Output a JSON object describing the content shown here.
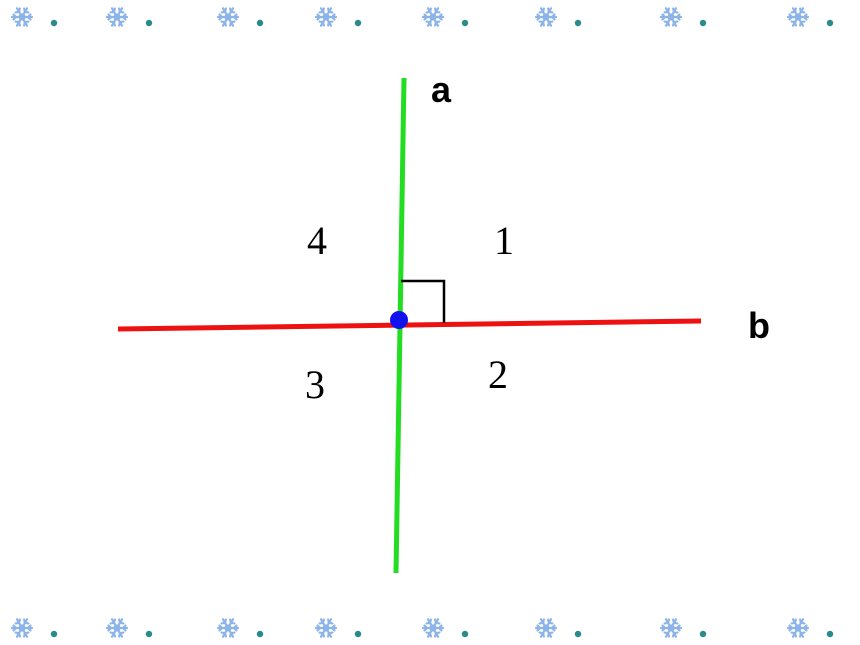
{
  "diagram": {
    "lines": [
      {
        "id": "a",
        "label": "a",
        "color": "#22dd22"
      },
      {
        "id": "b",
        "label": "b",
        "color": "#ee1111"
      }
    ],
    "intersection": {
      "color": "#1111ee"
    },
    "right_angle_marker": {
      "color": "#000000"
    },
    "angles": [
      {
        "id": "angle-1",
        "label": "1"
      },
      {
        "id": "angle-2",
        "label": "2"
      },
      {
        "id": "angle-3",
        "label": "3"
      },
      {
        "id": "angle-4",
        "label": "4"
      }
    ]
  },
  "decorations": {
    "border_icon": "snowflake-icon",
    "snowflake_color": "#8cb4e8",
    "dot_color": "#2a8a8a"
  }
}
